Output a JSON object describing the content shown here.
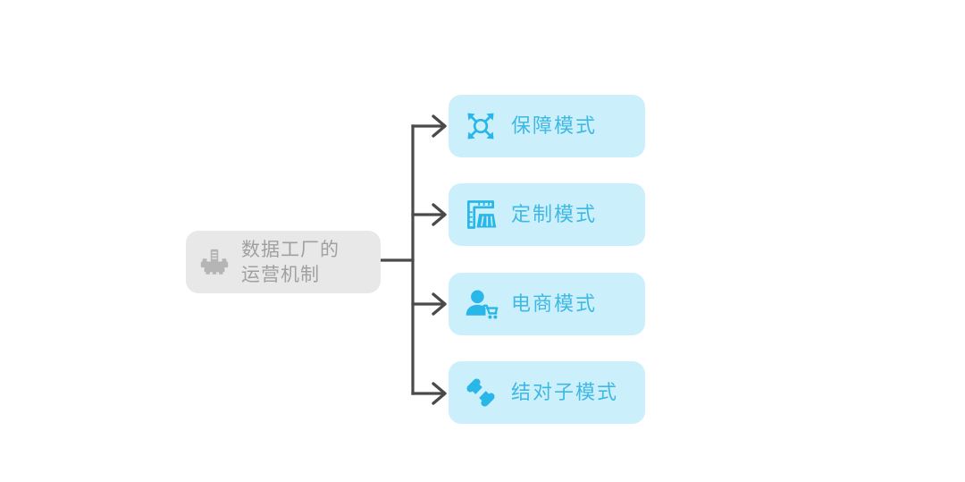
{
  "diagram": {
    "type": "mind-map",
    "orientation": "left-to-right",
    "colors": {
      "background": "#ffffff",
      "root_fill": "#e8e8e8",
      "root_text": "#a0a0a0",
      "root_icon": "#b5b5b5",
      "child_fill": "#ccf0fb",
      "child_text": "#3fb8e4",
      "child_icon": "#29b6e8",
      "connector": "#4a4a4a"
    },
    "root": {
      "label": "数据工厂的\n运营机制",
      "icon": "factory-gear-icon"
    },
    "children": [
      {
        "label": "保障模式",
        "icon": "network-nodes-icon"
      },
      {
        "label": "定制模式",
        "icon": "ruler-tailoring-icon"
      },
      {
        "label": "电商模式",
        "icon": "person-shopping-cart-icon"
      },
      {
        "label": "结对子模式",
        "icon": "interlocking-puzzle-pieces-icon"
      }
    ]
  }
}
